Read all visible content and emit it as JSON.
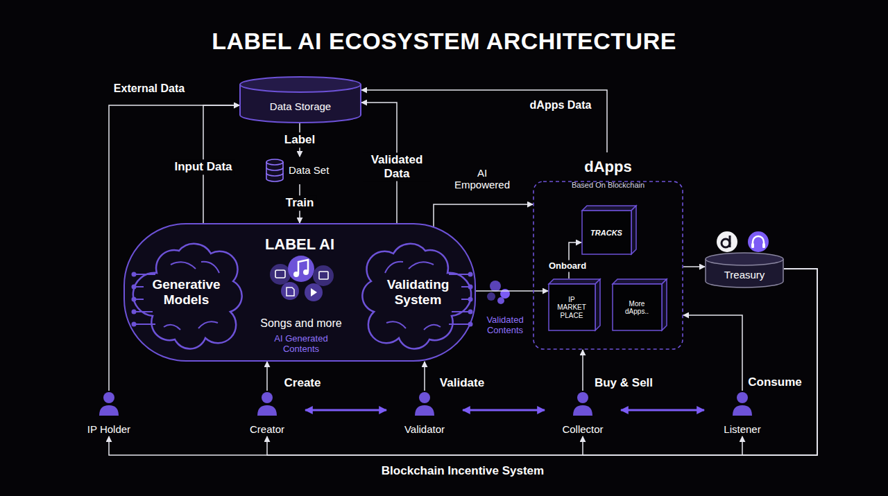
{
  "diagram": {
    "title": "LABEL AI ECOSYSTEM ARCHITECTURE",
    "nodes": [
      {
        "text": [
          "Data Storage"
        ]
      },
      {
        "text": [
          "Data Set"
        ]
      },
      {
        "text": [
          "LABEL AI"
        ]
      },
      {
        "text": [
          "Generative Models"
        ],
        "in": 2
      },
      {
        "text": [
          "Songs and more",
          "AI Generated Contents"
        ],
        "in": 2
      },
      {
        "text": [
          "Validating System"
        ],
        "in": 2
      },
      {
        "text": [
          "dApps",
          "Based On Blockchain"
        ]
      },
      {
        "text": [
          "TRACKS"
        ],
        "in": 6
      },
      {
        "text": [
          "IP MARKET PLACE"
        ],
        "in": 6
      },
      {
        "text": [
          "More dApps.."
        ],
        "in": 6
      },
      {
        "text": [
          "Treasury"
        ]
      },
      {
        "text": [
          "IP Holder"
        ]
      },
      {
        "text": [
          "Creator"
        ]
      },
      {
        "text": [
          "Validator"
        ]
      },
      {
        "text": [
          "Collector"
        ]
      },
      {
        "text": [
          "Listener"
        ]
      }
    ],
    "edges": [
      {
        "from": 11,
        "to": 0,
        "arrow": "to",
        "label": "External Data"
      },
      {
        "from": 2,
        "to": 0,
        "arrow": "to",
        "label": "Input Data"
      },
      {
        "from": 0,
        "to": 1,
        "arrow": "to",
        "label": "Label"
      },
      {
        "from": 1,
        "to": 2,
        "arrow": "to",
        "label": "Train"
      },
      {
        "from": 2,
        "to": 0,
        "arrow": "to",
        "label": "Validated Data"
      },
      {
        "from": 6,
        "to": 0,
        "arrow": "to",
        "label": "dApps Data"
      },
      {
        "from": 4,
        "to": 5,
        "arrow": "to"
      },
      {
        "from": 2,
        "to": 6,
        "arrow": "to",
        "label": "AI Empowered"
      },
      {
        "from": 5,
        "to": 8,
        "arrow": "to",
        "label": "Validated Contents"
      },
      {
        "from": 8,
        "to": 7,
        "arrow": "to",
        "label": "Onboard"
      },
      {
        "from": 6,
        "to": 10,
        "arrow": "to"
      },
      {
        "from": 12,
        "to": 2,
        "arrow": "to",
        "label": "Create"
      },
      {
        "from": 13,
        "to": 2,
        "arrow": "to",
        "label": "Validate"
      },
      {
        "from": 14,
        "to": 6,
        "arrow": "to",
        "label": "Buy & Sell"
      },
      {
        "from": 15,
        "to": 6,
        "arrow": "to",
        "label": "Consume"
      },
      {
        "from": 12,
        "to": 13,
        "arrow": "both"
      },
      {
        "from": 13,
        "to": 14,
        "arrow": "both"
      },
      {
        "from": 14,
        "to": 15,
        "arrow": "both"
      },
      {
        "from": 10,
        "to": 11,
        "arrow": "to"
      },
      {
        "from": 10,
        "to": 12,
        "arrow": "to"
      },
      {
        "from": 10,
        "to": 14,
        "arrow": "to"
      },
      {
        "from": 10,
        "to": 15,
        "arrow": "to"
      }
    ],
    "labels": [
      "Blockchain Incentive System"
    ]
  }
}
